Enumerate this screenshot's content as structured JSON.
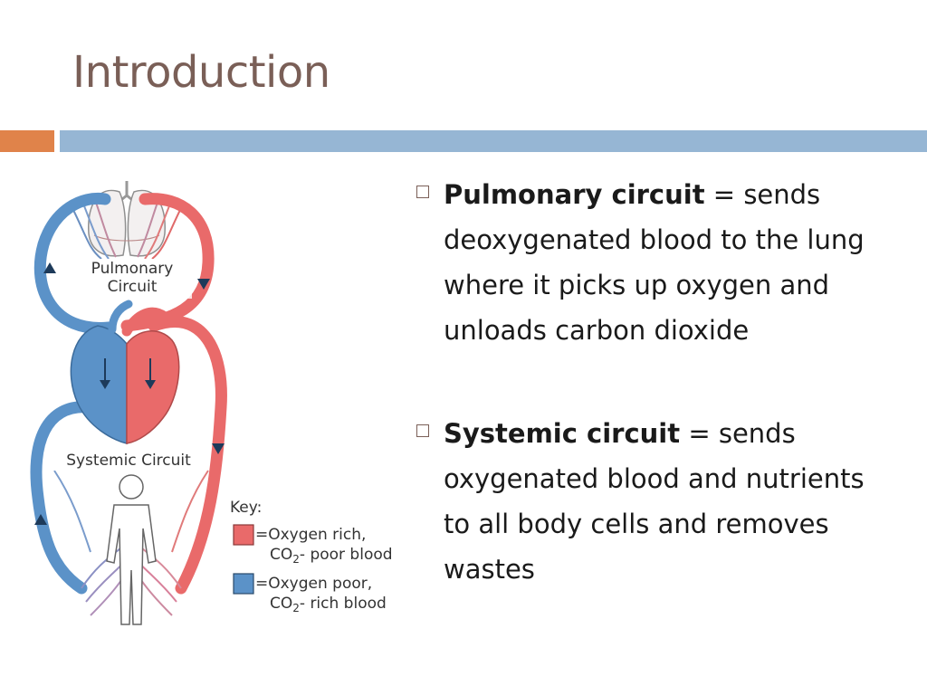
{
  "slide": {
    "title": "Introduction"
  },
  "colors": {
    "title": "#7a5f57",
    "accent_orange": "#e0834a",
    "accent_blue": "#96b6d4",
    "oxygen_rich": "#e96a6a",
    "oxygen_poor": "#5b92c8"
  },
  "diagram": {
    "pulmonary_label_1": "Pulmonary",
    "pulmonary_label_2": "Circuit",
    "systemic_label": "Systemic Circuit",
    "key_title": "Key:",
    "key_rich_1": "=Oxygen rich,",
    "key_rich_2_pre": "CO",
    "key_rich_2_sub": "2",
    "key_rich_2_post": "- poor blood",
    "key_poor_1": "=Oxygen poor,",
    "key_poor_2_pre": "CO",
    "key_poor_2_sub": "2",
    "key_poor_2_post": "- rich blood",
    "icons": [
      "lungs-icon",
      "heart-icon",
      "human-body-icon",
      "arrow-icon"
    ]
  },
  "bullets": [
    {
      "term": "Pulmonary circuit",
      "text": " = sends deoxygenated blood to the lung where it picks up oxygen and unloads carbon dioxide"
    },
    {
      "term": "Systemic circuit",
      "text": " = sends oxygenated blood and nutrients to all body cells and removes wastes"
    }
  ]
}
